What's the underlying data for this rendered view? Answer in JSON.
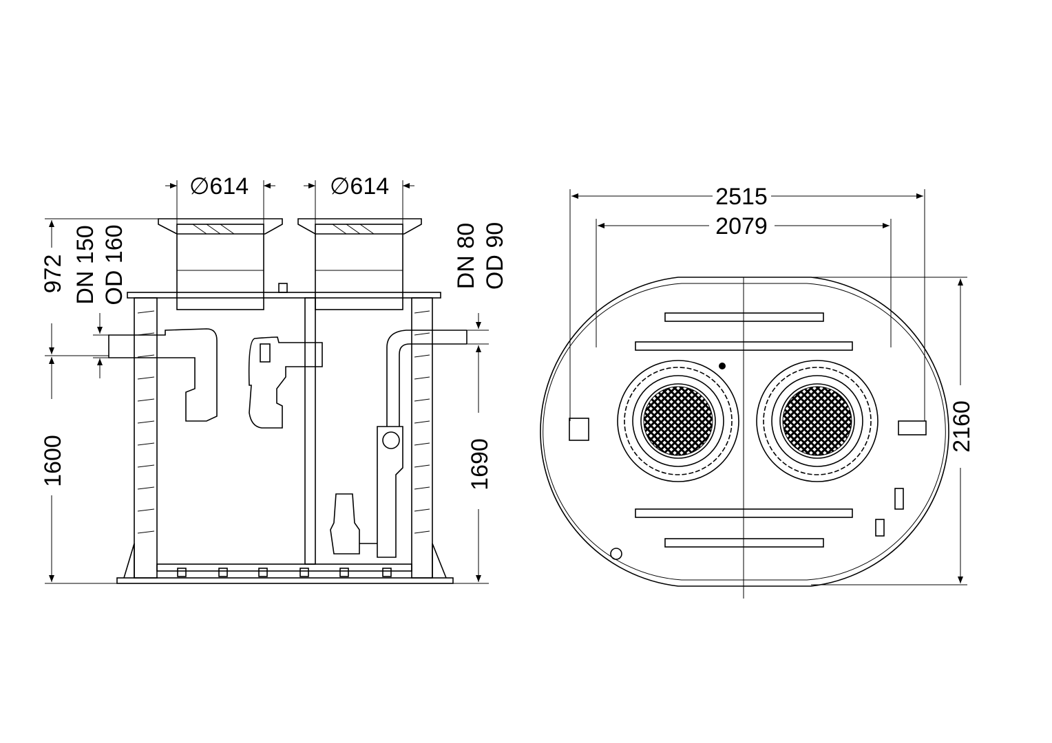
{
  "section_view": {
    "shaft_diameter_left": "∅614",
    "shaft_diameter_right": "∅614",
    "height_top": "972",
    "height_inlet": "1600",
    "height_outlet": "1690",
    "inlet_dn": "DN 150",
    "inlet_od": "OD 160",
    "outlet_dn": "DN 80",
    "outlet_od": "OD 90"
  },
  "plan_view": {
    "overall_width": "2515",
    "inner_width": "2079",
    "depth": "2160"
  },
  "colors": {
    "line": "#000000",
    "background": "#ffffff"
  }
}
